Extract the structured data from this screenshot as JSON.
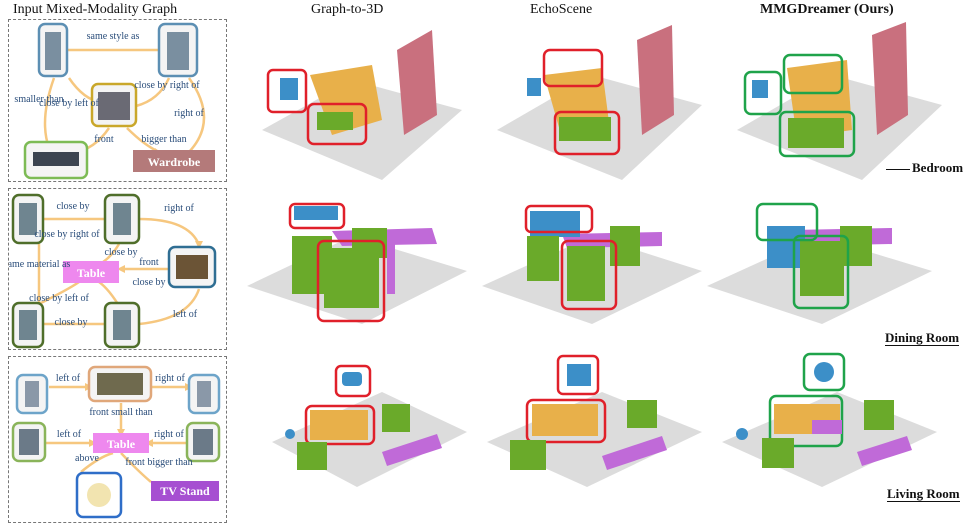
{
  "headers": {
    "input": "Input Mixed-Modality Graph",
    "graph3d": "Graph-to-3D",
    "echoscene": "EchoScene",
    "mmg": "MMGDreamer (Ours)"
  },
  "rows": {
    "bedroom": "Bedroom",
    "dining": "Dining Room",
    "living": "Living Room"
  },
  "graph1": {
    "edges": {
      "same_style": "same style as",
      "close_left": "close by left of",
      "close_right": "close by right of",
      "smaller": "smaller than",
      "right_of": "right of",
      "front": "front",
      "bigger": "bigger than"
    },
    "node_wardrobe": "Wardrobe"
  },
  "graph2": {
    "edges": {
      "close_top": "close by",
      "right_of": "right of",
      "close_right": "close by right of",
      "close_mid": "close by",
      "same_material": "same material as",
      "front": "front",
      "close_by2": "close by",
      "close_left": "close by left of",
      "close_bottom": "close by",
      "left_of": "left of"
    },
    "node_table": "Table"
  },
  "graph3": {
    "edges": {
      "left_top": "left of",
      "right_top": "right of",
      "front_small": "front small than",
      "left_mid": "left of",
      "right_mid": "right of",
      "above": "above",
      "front_big": "front bigger than"
    },
    "node_table": "Table",
    "node_tvstand": "TV Stand"
  },
  "colors": {
    "edge": "#f6c77f",
    "wardrobe": "#b47a7a",
    "pink_node": "#ee88ee",
    "purple_node": "#a64fd1",
    "red_box": "#e0202a",
    "green_box": "#1fa34a",
    "bed": "#e8b04a",
    "green_obj": "#6aaa2a",
    "blue_obj": "#3c8fc8",
    "purple_obj": "#c06ad8",
    "floor": "#dcdcdc"
  }
}
